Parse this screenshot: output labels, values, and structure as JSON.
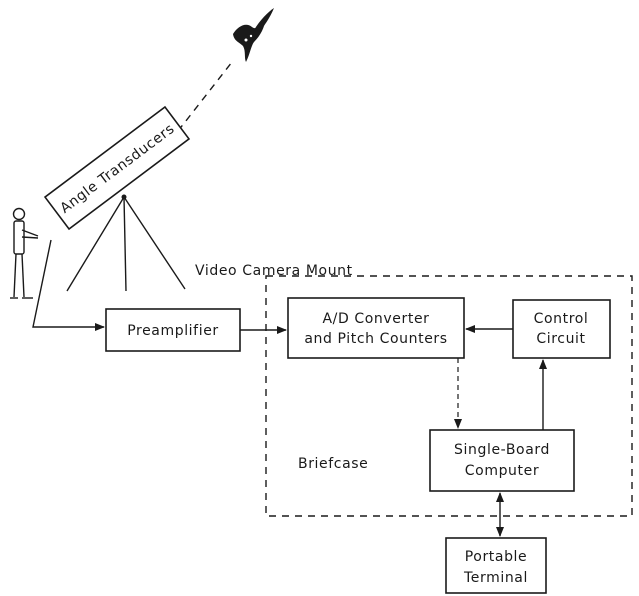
{
  "labels": {
    "transducers": "Angle Transducers",
    "camera_mount": "Video Camera Mount",
    "preamplifier": "Preamplifier",
    "ad_converter_line1": "A/D Converter",
    "ad_converter_line2": "and Pitch Counters",
    "control_line1": "Control",
    "control_line2": "Circuit",
    "computer_line1": "Single-Board",
    "computer_line2": "Computer",
    "briefcase": "Briefcase",
    "terminal_line1": "Portable",
    "terminal_line2": "Terminal"
  },
  "colors": {
    "ink": "#1a1a1a",
    "background": "#ffffff"
  },
  "icons": {
    "operator": "person-icon",
    "target": "bird-icon"
  }
}
